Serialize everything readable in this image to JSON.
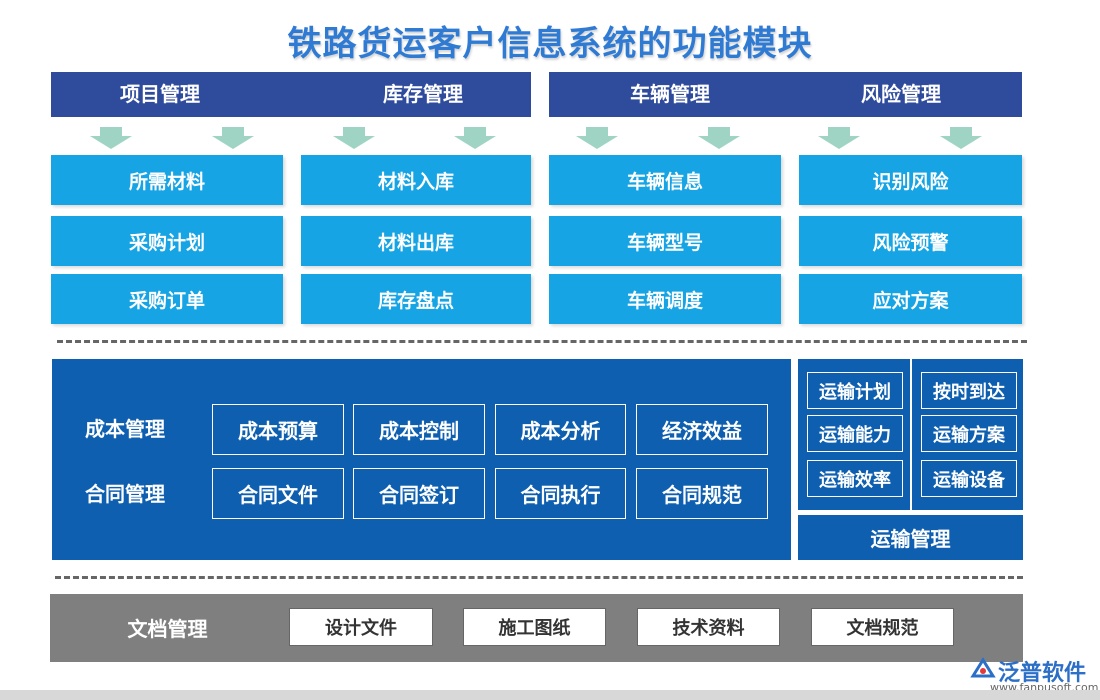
{
  "title": "铁路货运客户信息系统的功能模块",
  "top_headers": [
    "项目管理",
    "库存管理",
    "车辆管理",
    "风险管理"
  ],
  "top_columns": [
    [
      "所需材料",
      "采购计划",
      "采购订单"
    ],
    [
      "材料入库",
      "材料出库",
      "库存盘点"
    ],
    [
      "车辆信息",
      "车辆型号",
      "车辆调度"
    ],
    [
      "识别风险",
      "风险预警",
      "应对方案"
    ]
  ],
  "middle": {
    "row1_label": "成本管理",
    "row1_items": [
      "成本预算",
      "成本控制",
      "成本分析",
      "经济效益"
    ],
    "row2_label": "合同管理",
    "row2_items": [
      "合同文件",
      "合同签订",
      "合同执行",
      "合同规范"
    ]
  },
  "transport": {
    "items": [
      "运输计划",
      "按时到达",
      "运输能力",
      "运输方案",
      "运输效率",
      "运输设备"
    ],
    "label": "运输管理"
  },
  "documents": {
    "label": "文档管理",
    "items": [
      "设计文件",
      "施工图纸",
      "技术资料",
      "文档规范"
    ]
  },
  "logo": {
    "name": "泛普软件",
    "url": "www.fanpusoft.com"
  },
  "colors": {
    "title": "#2f7bd4",
    "header_bar": "#2f4b9c",
    "arrow": "#9fd4c4",
    "sub_box": "#17a4e4",
    "middle_panel": "#0f5fb0",
    "doc_panel": "#7f7f7f"
  }
}
